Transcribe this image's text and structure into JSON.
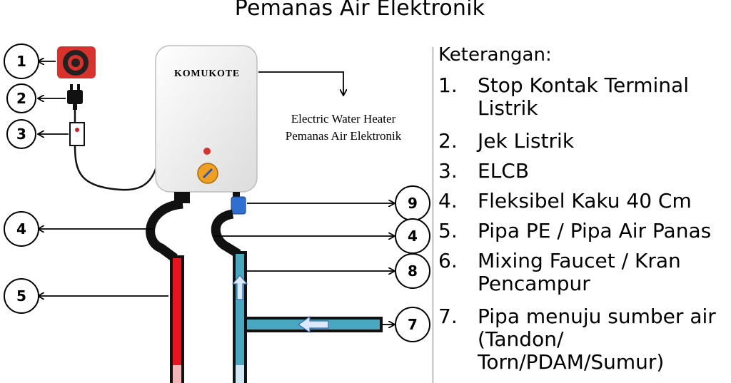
{
  "title": "Pemanas Air Elektronik",
  "heater": {
    "brand": "KOMUKOTE",
    "caption_line1": "Electric Water Heater",
    "caption_line2": "Pemanas Air Elektronik"
  },
  "callouts": [
    "1",
    "2",
    "3",
    "4",
    "5",
    "9",
    "4",
    "8",
    "7"
  ],
  "legend": {
    "heading": "Keterangan:",
    "items": [
      {
        "num": "1.",
        "text": "Stop Kontak Terminal Listrik"
      },
      {
        "num": "2.",
        "text": "Jek Listrik"
      },
      {
        "num": "3.",
        "text": "ELCB"
      },
      {
        "num": "4.",
        "text": "Fleksibel Kaku 40 Cm"
      },
      {
        "num": "5.",
        "text": "Pipa PE / Pipa Air Panas"
      },
      {
        "num": "6.",
        "text": "Mixing Faucet / Kran Pencampur"
      },
      {
        "num": "7.",
        "text": "Pipa menuju sumber air (Tandon/ Torn/PDAM/Sumur)"
      }
    ]
  },
  "colors": {
    "hot_pipe": "#e8141e",
    "cold_pipe": "#4aa7c0",
    "outlet": "#d9312b",
    "connector": "#2f6fd1",
    "knob": "#f0a020"
  }
}
